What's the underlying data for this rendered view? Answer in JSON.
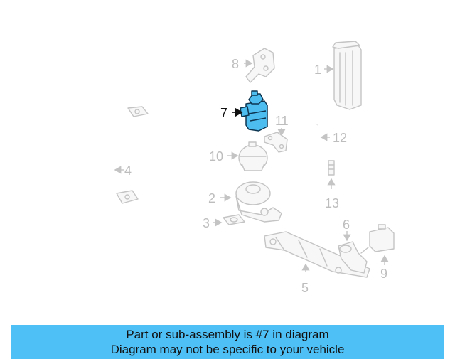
{
  "diagram": {
    "callouts": [
      {
        "number": "1",
        "highlighted": false
      },
      {
        "number": "2",
        "highlighted": false
      },
      {
        "number": "3",
        "highlighted": false
      },
      {
        "number": "4",
        "highlighted": false
      },
      {
        "number": "5",
        "highlighted": false
      },
      {
        "number": "6",
        "highlighted": false
      },
      {
        "number": "7",
        "highlighted": true
      },
      {
        "number": "8",
        "highlighted": false
      },
      {
        "number": "9",
        "highlighted": false
      },
      {
        "number": "10",
        "highlighted": false
      },
      {
        "number": "11",
        "highlighted": false
      },
      {
        "number": "12",
        "highlighted": false
      },
      {
        "number": "13",
        "highlighted": false
      }
    ],
    "colors": {
      "highlight_fill": "#4dbdf0",
      "part_outline": "#c4c4c4",
      "label_gray": "#bdbdbd",
      "banner_background": "#4fc0f6"
    }
  },
  "banner": {
    "line1": "Part or sub-assembly is #7 in diagram",
    "line2": "Diagram may not be specific to your vehicle"
  }
}
